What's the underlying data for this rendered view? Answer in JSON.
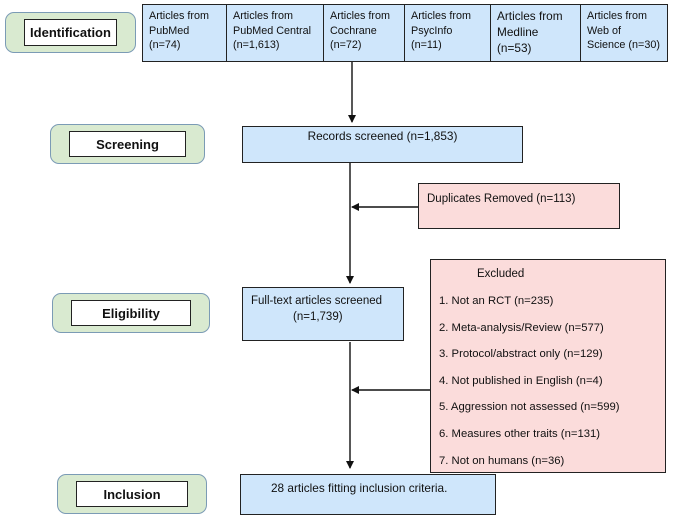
{
  "stages": {
    "identification": "Identification",
    "screening": "Screening",
    "eligibility": "Eligibility",
    "inclusion": "Inclusion"
  },
  "sources": [
    {
      "line1": "Articles from",
      "line2": "PubMed",
      "line3": "(n=74)"
    },
    {
      "line1": "Articles from",
      "line2": "PubMed Central",
      "line3": "(n=1,613)"
    },
    {
      "line1": "Articles from",
      "line2": "Cochrane",
      "line3": "(n=72)"
    },
    {
      "line1": "Articles from",
      "line2": "PsycInfo",
      "line3": "(n=11)"
    },
    {
      "line1": "Articles from",
      "line2": "Medline",
      "line3": "(n=53)"
    },
    {
      "line1": "Articles from",
      "line2": "Web of",
      "line3": "Science (n=30)"
    }
  ],
  "screened": "Records screened (n=1,853)",
  "duplicates": "Duplicates Removed (n=113)",
  "fulltext": {
    "line1": "Full-text articles screened",
    "line2": "(n=1,739)"
  },
  "excluded": {
    "title": "Excluded",
    "items": [
      "1. Not an RCT (n=235)",
      "2. Meta-analysis/Review (n=577)",
      "3. Protocol/abstract only (n=129)",
      "4. Not published in English (n=4)",
      "5. Aggression not assessed (n=599)",
      "6. Measures other traits (n=131)",
      "7. Not on humans (n=36)"
    ]
  },
  "included": "28 articles fitting inclusion criteria.",
  "colors": {
    "stage_fill": "#d9ead0",
    "blue_fill": "#cfe6fb",
    "pink_fill": "#fbdcdb"
  }
}
